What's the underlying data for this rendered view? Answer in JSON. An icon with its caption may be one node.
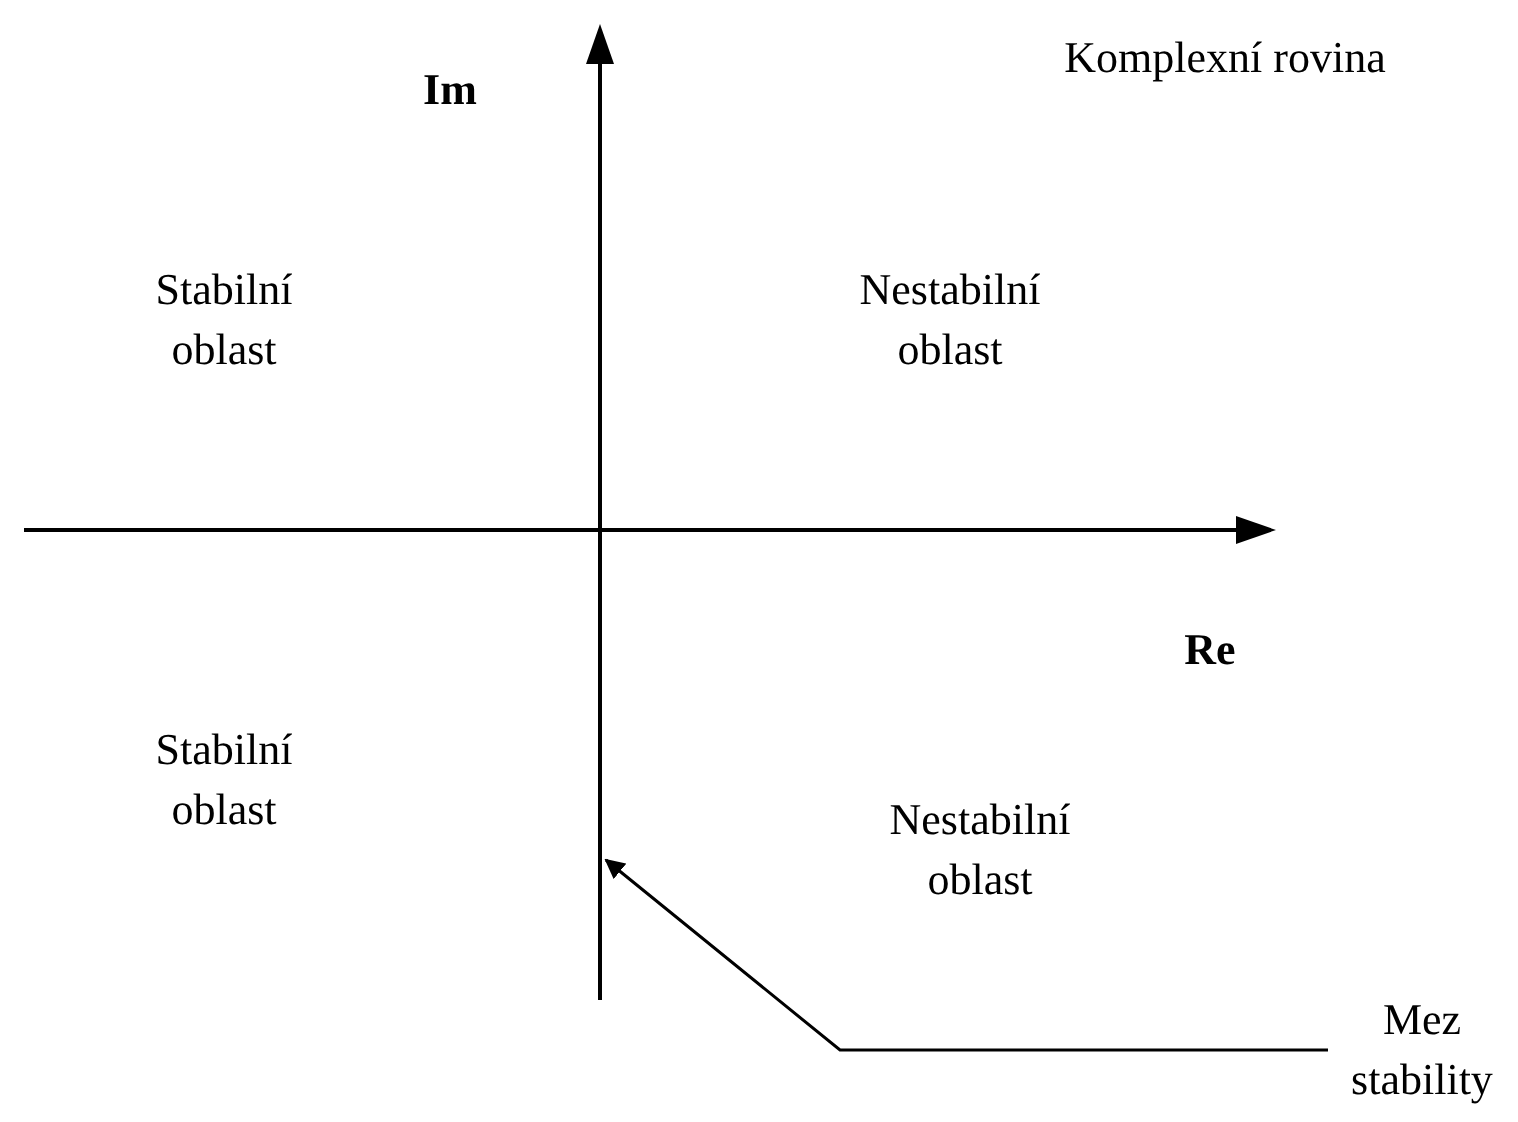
{
  "diagram": {
    "title": "Komplexní rovina",
    "nodes": [
      {
        "text": [
          "Mez stability"
        ]
      },
      {
        "text": [],
        "shape": "line"
      }
    ],
    "edges": [
      {
        "from": 0,
        "to": 1,
        "arrow": "to"
      }
    ],
    "labels": [
      "Im",
      "Stabilní oblast",
      "Nestabilní oblast",
      "Re",
      "Stabilní oblast",
      "Nestabilní oblast"
    ]
  }
}
